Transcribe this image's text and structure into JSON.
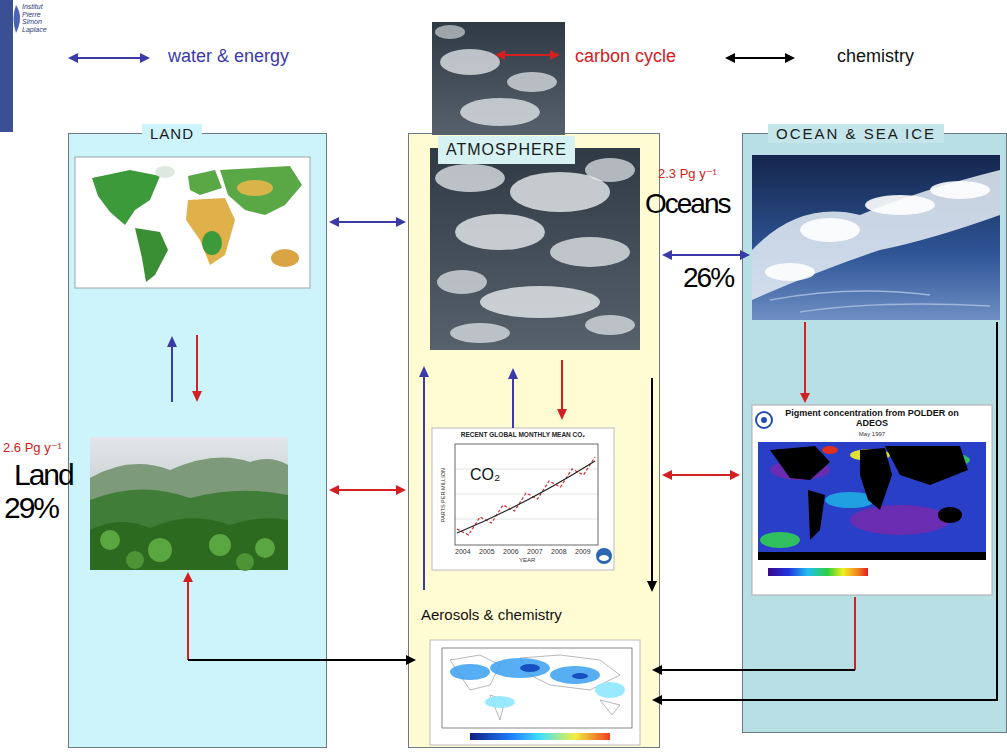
{
  "diagram": {
    "nodes": [
      {
        "text": [
          "LAND"
        ]
      },
      {
        "text": [
          "ATMOSPHERE"
        ]
      },
      {
        "text": [
          "OCEAN & SEA ICE"
        ]
      },
      {
        "text": [
          "2.6 Pg y⁻¹",
          "Land",
          "29%"
        ],
        "in": 0
      },
      {
        "text": [
          "RECENT GLOBAL MONTHLY MEAN CO₂",
          "CO₂"
        ],
        "in": 1
      },
      {
        "text": [
          "Aerosols & chemistry"
        ],
        "in": 1
      },
      {
        "text": [
          "2.3 Pg y⁻¹",
          "Oceans",
          "26%"
        ],
        "in": 2
      },
      {
        "text": [
          "Pigment concentration from POLDER on ADEOS",
          "May 1997"
        ],
        "in": 2
      }
    ],
    "edges": [
      {
        "from": 0,
        "to": 1,
        "arrow": "both"
      },
      {
        "from": 0,
        "to": 1,
        "arrow": "both"
      },
      {
        "from": 1,
        "to": 6,
        "arrow": "both"
      },
      {
        "from": 1,
        "to": 2,
        "arrow": "both"
      },
      {
        "from": 6,
        "to": 7,
        "arrow": "to"
      },
      {
        "from": 3,
        "to": 5,
        "arrow": "both"
      },
      {
        "from": 7,
        "to": 5,
        "arrow": "to"
      },
      {
        "from": 6,
        "to": 5,
        "arrow": "to"
      }
    ],
    "labels": [
      "Institut Pierre Simon Laplace",
      "2004",
      "2005",
      "2006",
      "2007",
      "2008",
      "2009",
      "YEAR",
      "PARTS PER MILLION"
    ],
    "legend": [
      {
        "text": "water & energy"
      },
      {
        "text": "carbon cycle"
      },
      {
        "text": "chemistry"
      }
    ]
  }
}
